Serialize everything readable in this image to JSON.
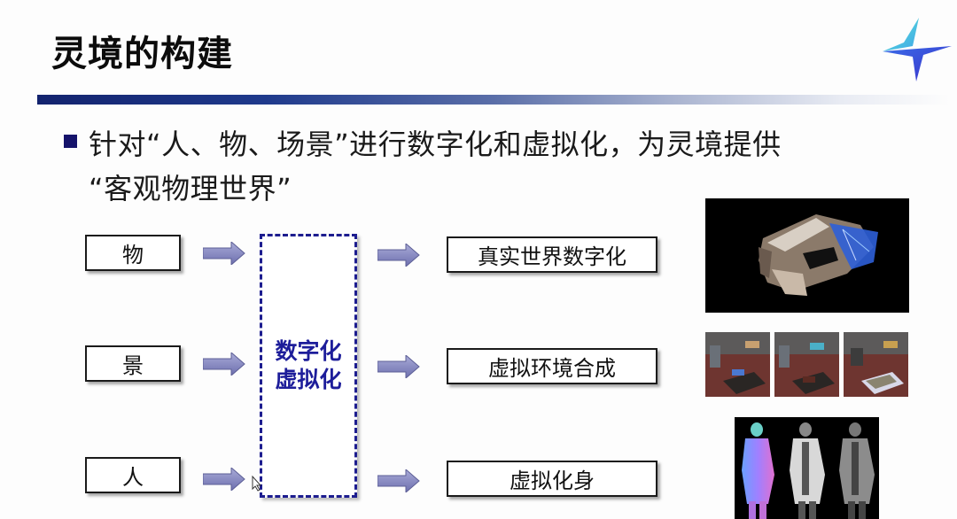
{
  "slide": {
    "title": "灵境的构建",
    "colors": {
      "title_bar_start": "#13236e",
      "bullet": "#15136b",
      "dashed_border": "#1d1d8f",
      "dashed_text": "#1d1d9a",
      "arrow_fill": "#8a8cc4"
    },
    "bullet": {
      "line1": "针对“人、物、场景”进行数字化和虚拟化，为灵境提供",
      "line2": "“客观物理世界”"
    },
    "inputs": [
      {
        "label": "物"
      },
      {
        "label": "景"
      },
      {
        "label": "人"
      }
    ],
    "process": {
      "line1": "数字化",
      "line2": "虚拟化"
    },
    "outputs": [
      {
        "label": "真实世界数字化"
      },
      {
        "label": "虚拟环境合成"
      },
      {
        "label": "虚拟化身"
      }
    ],
    "images": [
      {
        "name": "3d-room-scan",
        "description": "3D point-cloud reconstruction of a room"
      },
      {
        "name": "synthetic-room-thumbnails",
        "count": 3
      },
      {
        "name": "virtual-avatar-renders",
        "count": 3
      }
    ]
  }
}
